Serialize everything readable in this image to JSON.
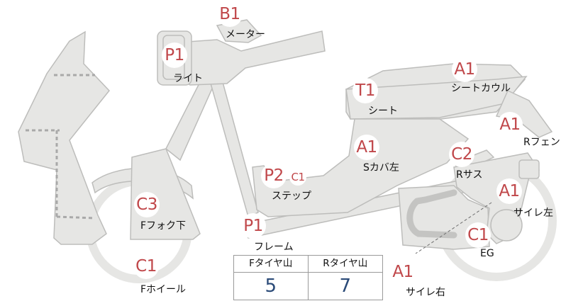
{
  "colors": {
    "part_fill": "#e6e6e4",
    "part_stroke": "#bdbdbb",
    "badge_text": "#c0474a",
    "value_text": "#2a4a78",
    "dotted_line": "#a9a9a9",
    "chain_guard": "#c4c4c2"
  },
  "parts": [
    {
      "id": "meter",
      "code": "B1",
      "label": "メーター"
    },
    {
      "id": "light",
      "code": "P1",
      "label": "ライト"
    },
    {
      "id": "seat-cowl",
      "code": "A1",
      "label": "シートカウル"
    },
    {
      "id": "seat",
      "code": "T1",
      "label": "シート"
    },
    {
      "id": "r-fender",
      "code": "A1",
      "label": "Rフェン"
    },
    {
      "id": "s-cover-left",
      "code": "A1",
      "label": "Sカバ左"
    },
    {
      "id": "r-suspension",
      "code": "C2",
      "label": "Rサス"
    },
    {
      "id": "step",
      "code": "P2",
      "extra_code": "C1",
      "label": "ステップ"
    },
    {
      "id": "muffler-left",
      "code": "A1",
      "label": "サイレ左"
    },
    {
      "id": "f-fork-lower",
      "code": "C3",
      "label": "Fフォク下"
    },
    {
      "id": "frame",
      "code": "P1",
      "label": "フレーム"
    },
    {
      "id": "engine",
      "code": "C1",
      "label": "EG"
    },
    {
      "id": "f-wheel",
      "code": "C1",
      "label": "Fホイール"
    },
    {
      "id": "muffler-right",
      "code": "A1",
      "label": "サイレ右"
    }
  ],
  "tire_table": {
    "headers": [
      "Fタイヤ山",
      "Rタイヤ山"
    ],
    "values": [
      "5",
      "7"
    ]
  }
}
